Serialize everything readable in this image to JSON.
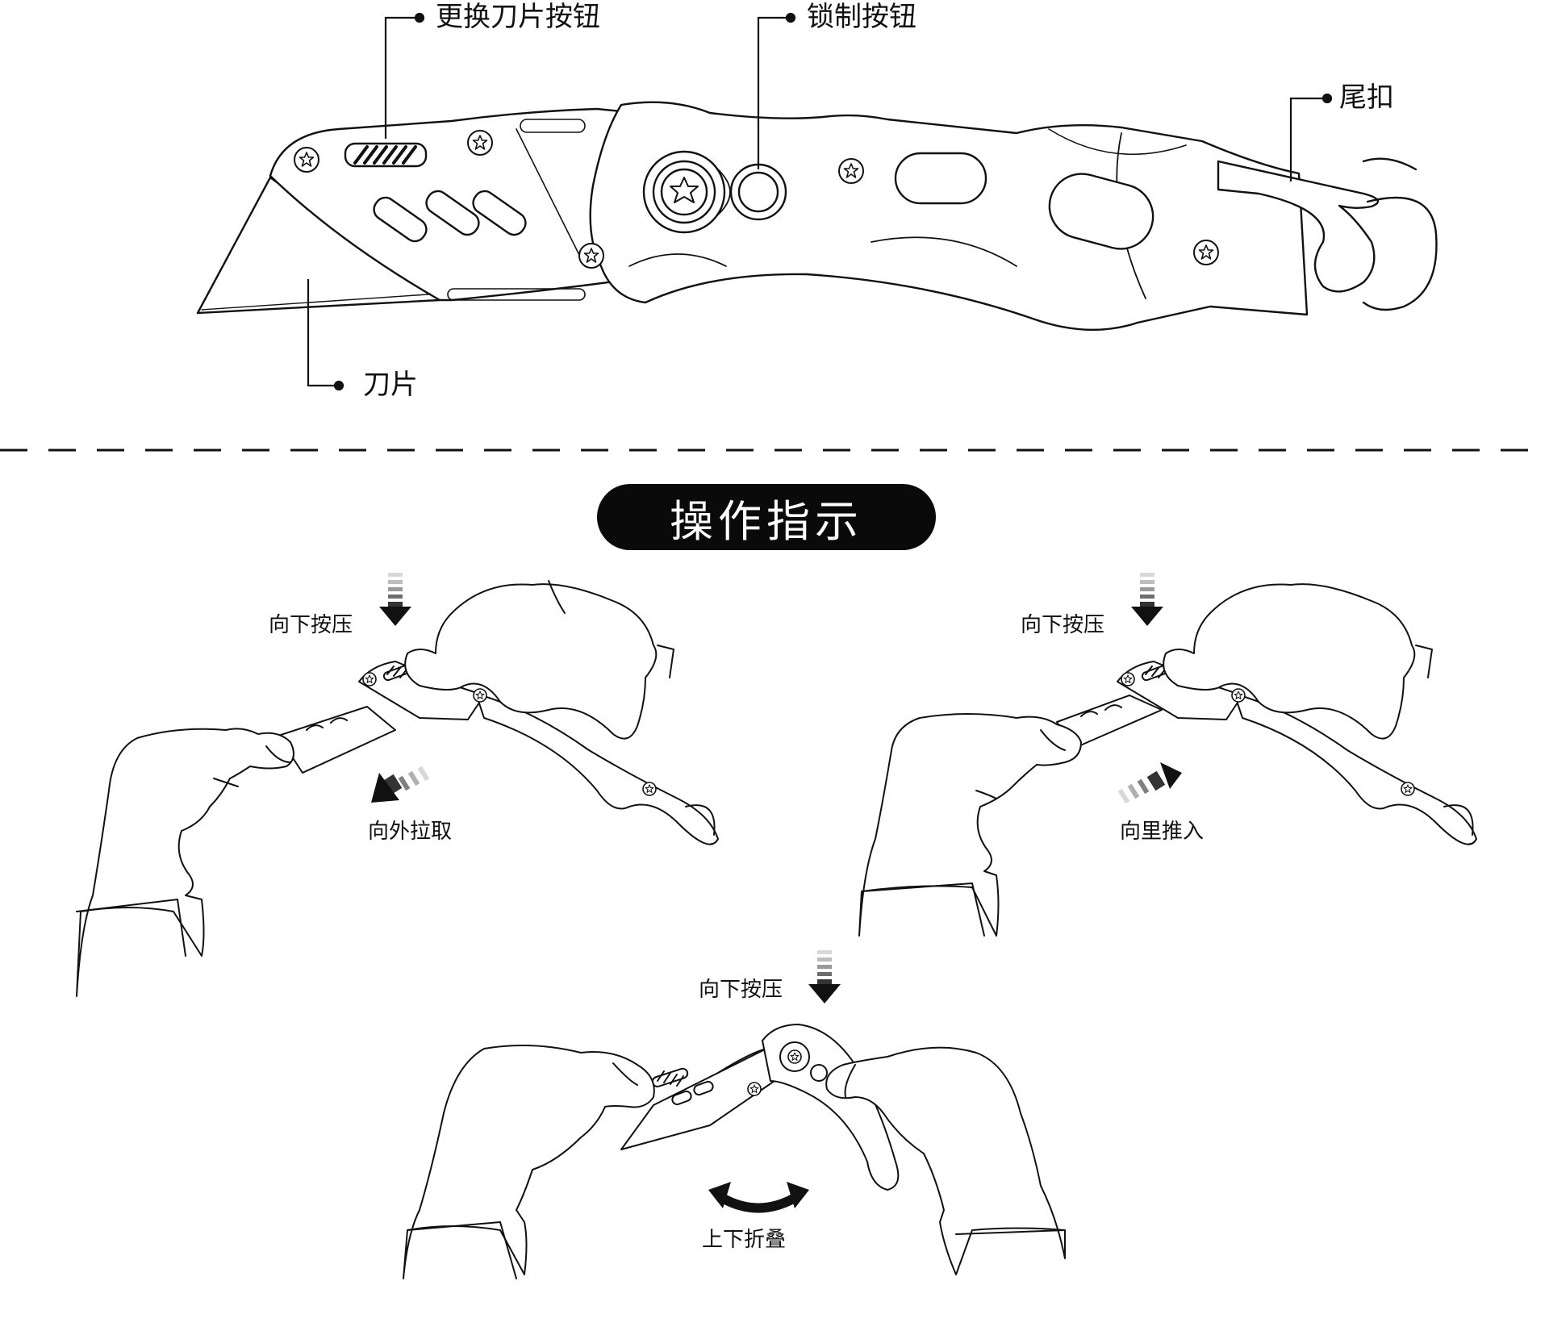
{
  "parts": {
    "blade_change_button": "更换刀片按钮",
    "lock_button": "锁制按钮",
    "tail_clip": "尾扣",
    "blade": "刀片"
  },
  "section_title": "操作指示",
  "steps": {
    "step1": {
      "press": "向下按压",
      "action": "向外拉取"
    },
    "step2": {
      "press": "向下按压",
      "action": "向里推入"
    },
    "step3": {
      "press": "向下按压",
      "action": "上下折叠"
    }
  }
}
